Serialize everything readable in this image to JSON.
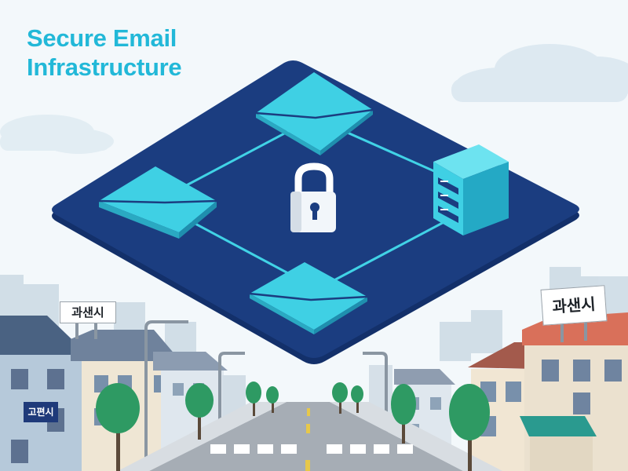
{
  "title": {
    "line1": "Secure Email",
    "line2": "Infrastructure"
  },
  "signs": {
    "left": "과샌시",
    "right": "과샌시",
    "bottom": "고편시"
  },
  "icons": [
    "envelope-icon",
    "lock-icon",
    "server-icon"
  ],
  "colors": {
    "title": "#22b8d8",
    "platform": "#1b3d80",
    "accent": "#41d3e6",
    "sky": "#f3f8fb"
  }
}
